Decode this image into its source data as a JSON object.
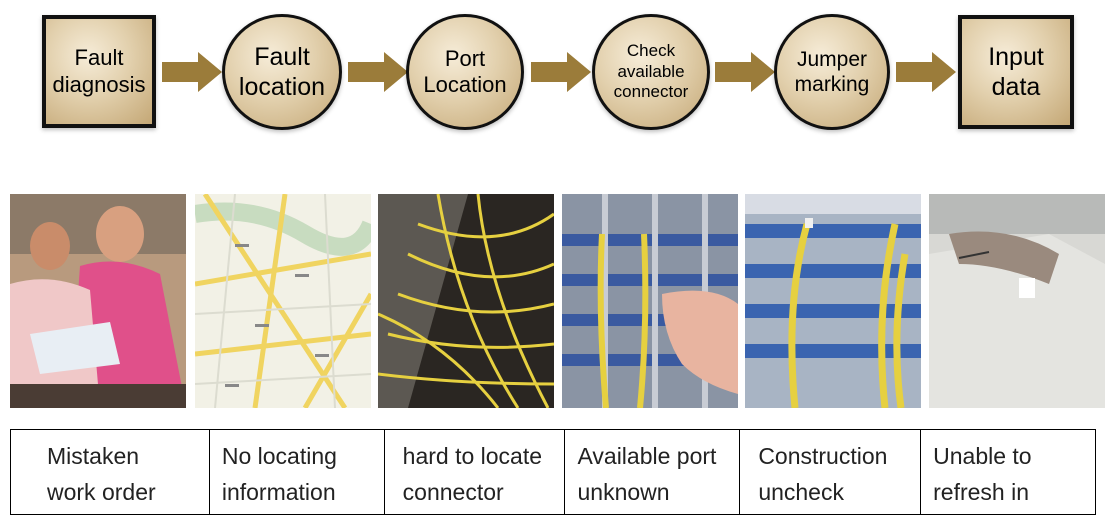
{
  "flow": {
    "steps": [
      {
        "label": "Fault\ndiagnosis",
        "shape": "box"
      },
      {
        "label": "Fault\nlocation",
        "shape": "circle"
      },
      {
        "label": "Port\nLocation",
        "shape": "circle"
      },
      {
        "label": "Check\navailable\nconnector",
        "shape": "circle"
      },
      {
        "label": "Jumper\nmarking",
        "shape": "circle"
      },
      {
        "label": "Input\ndata",
        "shape": "box"
      }
    ],
    "colors": {
      "node_fill": "#e2d0ad",
      "node_border": "#111111",
      "arrow": "#9b7c3a"
    }
  },
  "photos": [
    {
      "icon": "two-people-reading-photo"
    },
    {
      "icon": "street-map-photo"
    },
    {
      "icon": "fiber-patch-panel-photo"
    },
    {
      "icon": "finger-on-port-photo"
    },
    {
      "icon": "yellow-jumper-cables-photo"
    },
    {
      "icon": "hand-writing-label-photo"
    }
  ],
  "captions": [
    "Mistaken\nwork order",
    "No locating\ninformation",
    "hard to locate\nconnector",
    "Available port\nunknown",
    "Construction\nuncheck",
    "Unable to\nrefresh in"
  ]
}
